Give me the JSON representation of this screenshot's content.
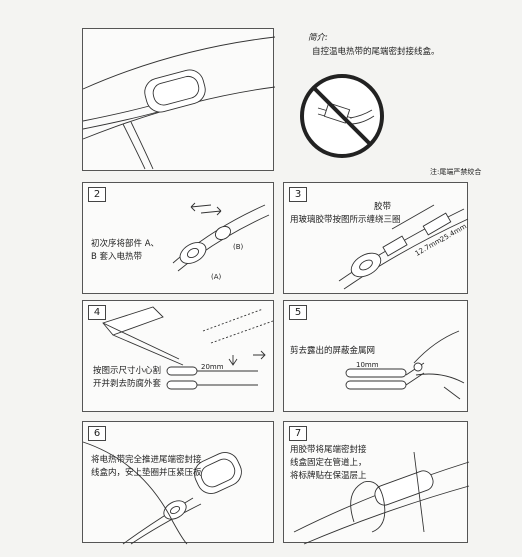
{
  "intro": {
    "heading": "简介:",
    "description": "自控温电热带的尾端密封接线盒。",
    "note": "注:尾端严禁绞合"
  },
  "steps": [
    {
      "number": "2",
      "text_lines": [
        "初次序将部件 A、",
        "B 套入电热带"
      ],
      "label_a": "(A)",
      "label_b": "(B)"
    },
    {
      "number": "3",
      "text_lines": [
        "胶带",
        "用玻璃胶带按图所示缠绕三圈"
      ],
      "dim_1": "12.7mm",
      "dim_2": "25.4mm"
    },
    {
      "number": "4",
      "text_lines": [
        "按图示尺寸小心割",
        "开并剥去防腐外套"
      ],
      "dim_1": "20mm"
    },
    {
      "number": "5",
      "text_lines": [
        "剪去露出的屏蔽金属网"
      ],
      "dim_1": "10mm"
    },
    {
      "number": "6",
      "text_lines": [
        "将电热带完全推进尾端密封接",
        "线盒内，安上垫圈并压紧压板"
      ]
    },
    {
      "number": "7",
      "text_lines": [
        "用胶带将尾端密封接",
        "线盒固定在管道上，",
        "将标牌贴在保温层上"
      ]
    }
  ]
}
